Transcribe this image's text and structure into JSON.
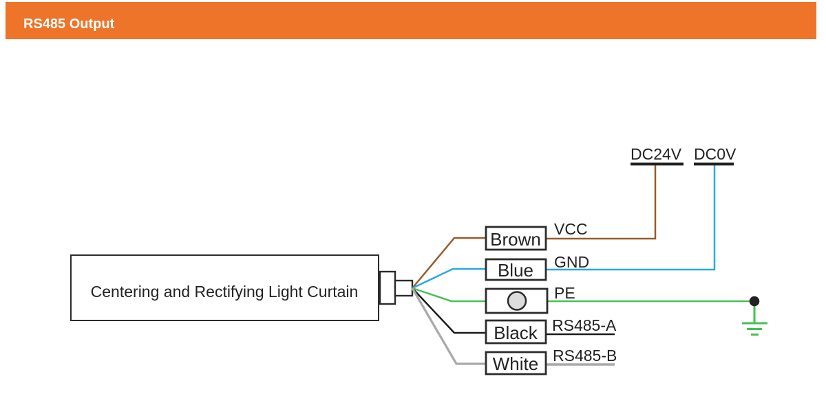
{
  "header": {
    "title": "RS485 Output"
  },
  "device": {
    "label": "Centering and Rectifying Light Curtain"
  },
  "terminals": {
    "dc24v": "DC24V",
    "dc0v": "DC0V"
  },
  "wires": {
    "brown": {
      "box": "Brown",
      "signal": "VCC"
    },
    "blue": {
      "box": "Blue",
      "signal": "GND"
    },
    "green": {
      "signal": "PE"
    },
    "black": {
      "box": "Black",
      "signal": "RS485-A"
    },
    "white": {
      "box": "White",
      "signal": "RS485-B"
    }
  },
  "colors": {
    "header_bg": "#ED7428",
    "header_text": "#FFFFFF",
    "ink": "#222222",
    "box_border": "#2B2B2B",
    "brown": "#9A5A28",
    "blue": "#29A9E1",
    "green": "#46C24F",
    "black": "#1A1A1A",
    "gray": "#A9A9A9",
    "pe_circle_fill": "#DCDCDC"
  }
}
